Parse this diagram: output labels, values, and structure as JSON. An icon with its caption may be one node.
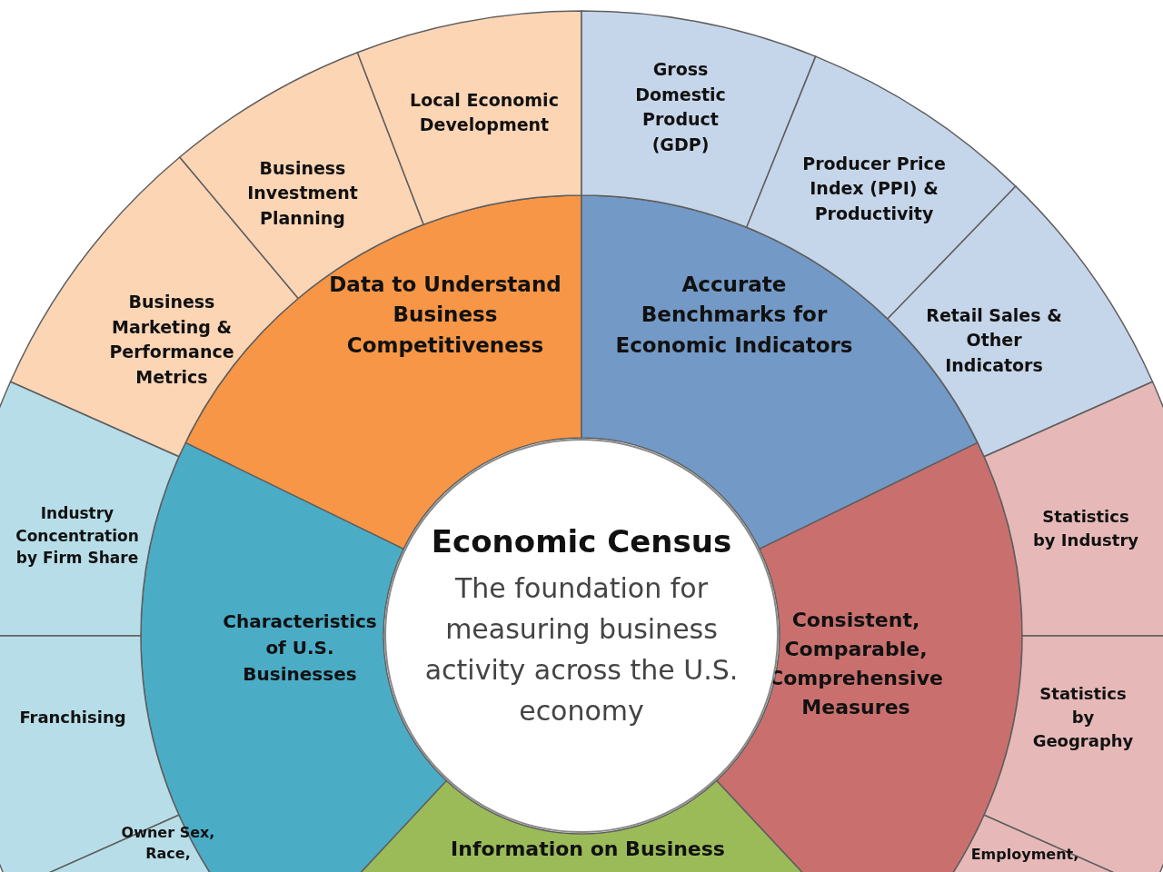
{
  "diagram": {
    "nodes": [
      {
        "text": [
          "Economic Census",
          "The foundation for measuring business activity across the U.S. economy"
        ]
      },
      {
        "text": [
          "Data to Understand Business Competitiveness"
        ]
      },
      {
        "text": [
          "Accurate Benchmarks for Economic Indicators"
        ]
      },
      {
        "text": [
          "Consistent, Comparable, Comprehensive Measures"
        ]
      },
      {
        "text": [
          "Information on Business"
        ]
      },
      {
        "text": [
          "Characteristics of U.S. Businesses"
        ]
      },
      {
        "text": [
          "Business Marketing & Performance Metrics"
        ]
      },
      {
        "text": [
          "Business Investment Planning"
        ]
      },
      {
        "text": [
          "Local Economic Development"
        ]
      },
      {
        "text": [
          "Gross Domestic Product (GDP)"
        ]
      },
      {
        "text": [
          "Producer Price Index (PPI) & Productivity"
        ]
      },
      {
        "text": [
          "Retail Sales & Other Indicators"
        ]
      },
      {
        "text": [
          "Statistics by Industry"
        ]
      },
      {
        "text": [
          "Statistics by Geography"
        ]
      },
      {
        "text": [
          "Employment,"
        ]
      },
      {
        "text": [
          "Industry Concentration by Firm Share"
        ]
      },
      {
        "text": [
          "Franchising"
        ]
      },
      {
        "text": [
          "Owner Sex, Race,"
        ]
      }
    ]
  }
}
